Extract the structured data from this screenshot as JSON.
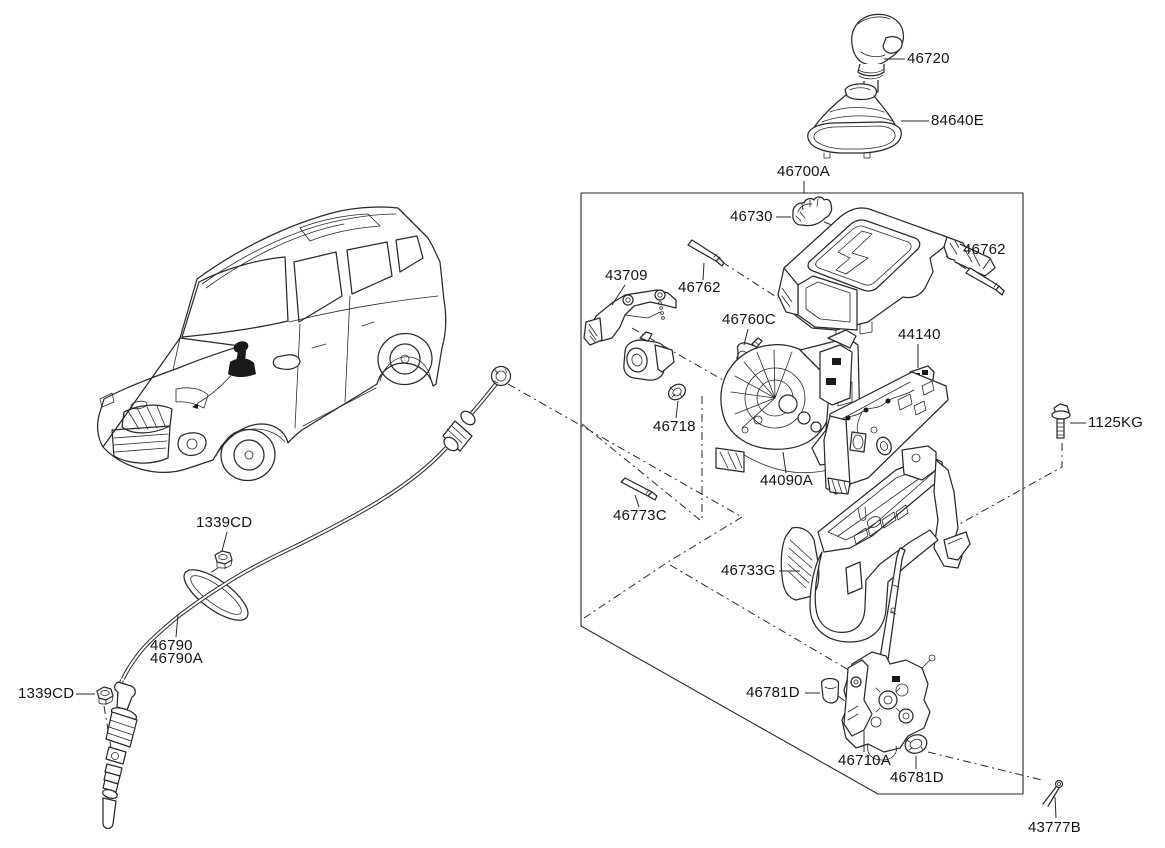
{
  "diagram": {
    "type": "exploded-parts-diagram",
    "background": "#ffffff",
    "line_color": "#2a2a2a",
    "text_color": "#141414",
    "assembly_box_label": "46700A",
    "labels": [
      {
        "id": "46720",
        "text": "46720"
      },
      {
        "id": "84640E",
        "text": "84640E"
      },
      {
        "id": "46700A",
        "text": "46700A"
      },
      {
        "id": "46730",
        "text": "46730"
      },
      {
        "id": "46762-left",
        "text": "46762"
      },
      {
        "id": "46762-right",
        "text": "46762"
      },
      {
        "id": "43709",
        "text": "43709"
      },
      {
        "id": "46760C",
        "text": "46760C"
      },
      {
        "id": "44140",
        "text": "44140"
      },
      {
        "id": "46718",
        "text": "46718"
      },
      {
        "id": "44090A",
        "text": "44090A"
      },
      {
        "id": "46773C",
        "text": "46773C"
      },
      {
        "id": "46733G",
        "text": "46733G"
      },
      {
        "id": "1125KG",
        "text": "1125KG"
      },
      {
        "id": "46781D-left",
        "text": "46781D"
      },
      {
        "id": "46710A",
        "text": "46710A"
      },
      {
        "id": "46781D-bottom",
        "text": "46781D"
      },
      {
        "id": "43777B",
        "text": "43777B"
      },
      {
        "id": "1339CD-upper",
        "text": "1339CD"
      },
      {
        "id": "46790",
        "text": "46790"
      },
      {
        "id": "46790A",
        "text": "46790A"
      },
      {
        "id": "1339CD-lower",
        "text": "1339CD"
      }
    ]
  }
}
